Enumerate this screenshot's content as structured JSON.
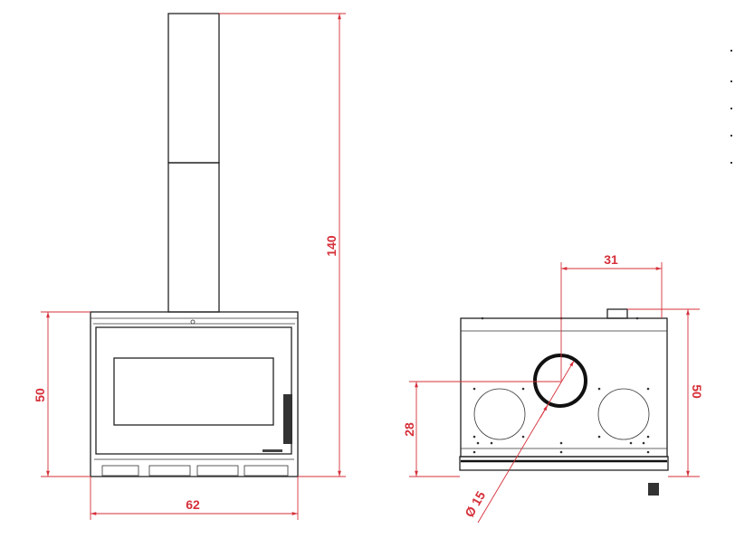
{
  "colors": {
    "dimension": "#d6303a",
    "outline": "#222222"
  },
  "front_view": {
    "dims": {
      "total_height": "140",
      "body_height": "50",
      "width": "62"
    },
    "brand_plate": "brand-plate"
  },
  "side_view": {
    "dims": {
      "flue_offset": "31",
      "height": "50",
      "flue_center_height": "28",
      "flue_diameter": "Ø 15"
    }
  }
}
